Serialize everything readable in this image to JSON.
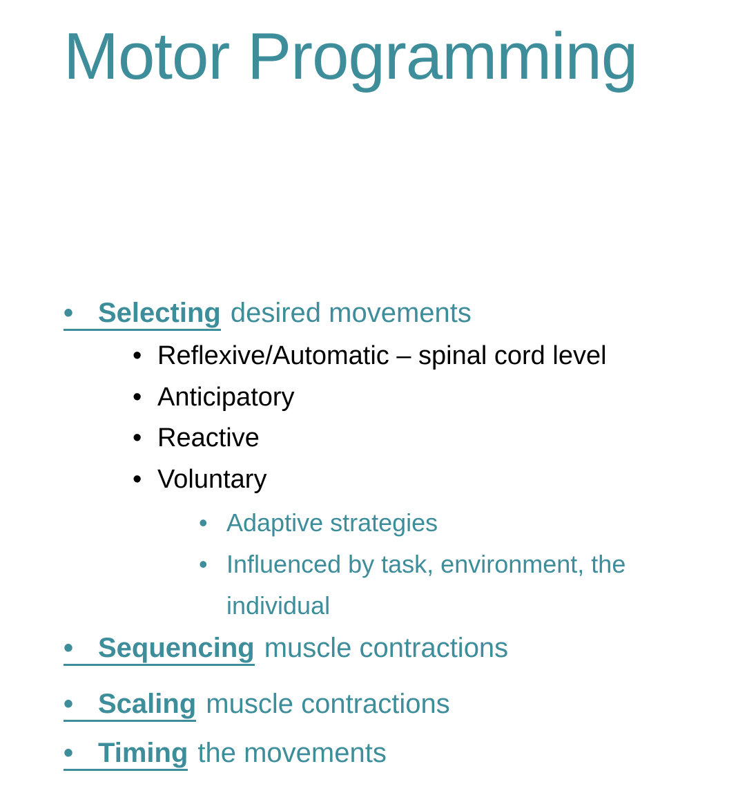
{
  "slide": {
    "title": "Motor Programming",
    "bullet_char": "•",
    "colors": {
      "accent_teal": "#3E8D9A",
      "body_text": "#000000",
      "background": "#FFFFFF"
    },
    "bullets": {
      "selecting": {
        "lead": "Selecting",
        "rest": "desired movements"
      },
      "reflexive": {
        "text": "Reflexive/Automatic – spinal cord level"
      },
      "anticipatory": {
        "text": "Anticipatory"
      },
      "reactive": {
        "text": "Reactive"
      },
      "voluntary": {
        "text": "Voluntary"
      },
      "adaptive": {
        "text": "Adaptive strategies"
      },
      "influenced": {
        "text": "Influenced by task, environment, the individual"
      },
      "sequencing": {
        "lead": "Sequencing",
        "rest": "muscle contractions"
      },
      "scaling": {
        "lead": "Scaling",
        "rest": "muscle contractions"
      },
      "timing": {
        "lead": "Timing",
        "rest": "the movements"
      }
    }
  }
}
